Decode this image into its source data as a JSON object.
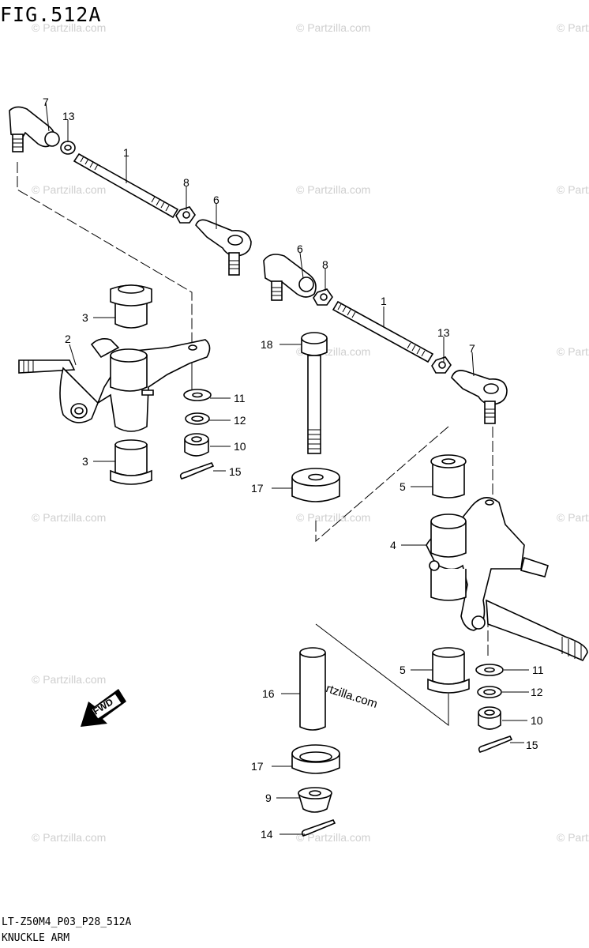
{
  "title": "FIG.512A",
  "footer": {
    "code": "LT-Z50M4_P03_P28_512A",
    "name": "KNUCKLE ARM"
  },
  "watermark": "© Partzilla.com",
  "labels": [
    "1",
    "13",
    "7",
    "8",
    "6",
    "1",
    "6",
    "8",
    "13",
    "7",
    "2",
    "3",
    "3",
    "11",
    "12",
    "10",
    "15",
    "18",
    "17",
    "5",
    "4",
    "5",
    "11",
    "12",
    "10",
    "15",
    "16",
    "17",
    "9",
    "14"
  ],
  "fwd_label": "FWD"
}
